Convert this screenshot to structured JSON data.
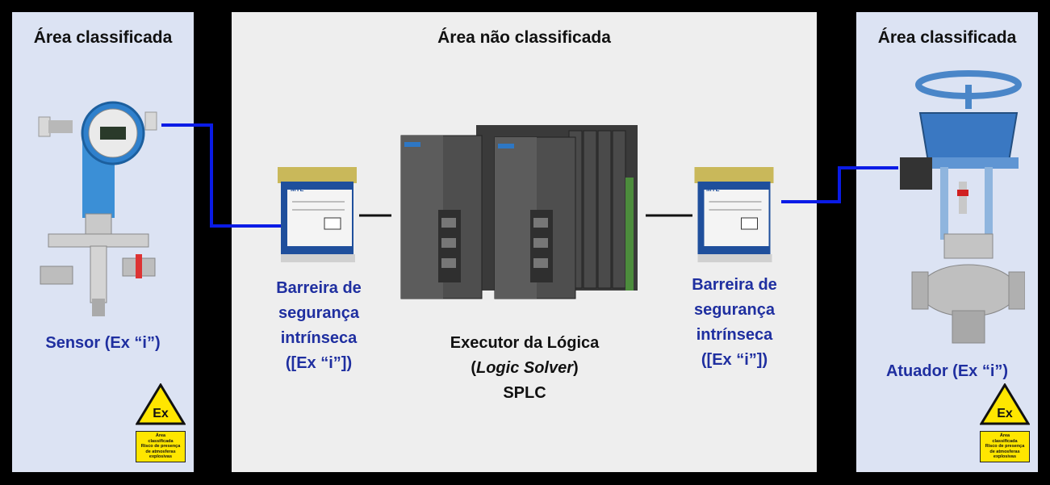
{
  "areas": {
    "left_title": "Área classificada",
    "center_title": "Área não classificada",
    "right_title": "Área classificada"
  },
  "sensor": {
    "label": "Sensor (Ex “i”)"
  },
  "barrier_left": {
    "line1": "Barreira de",
    "line2": "segurança",
    "line3": "intrínseca",
    "line4": "([Ex “i”])"
  },
  "logic_solver": {
    "line1": "Executor da Lógica",
    "line2_open": "(",
    "line2_italic": "Logic Solver",
    "line2_close": ")",
    "line3": "SPLC"
  },
  "barrier_right": {
    "line1": "Barreira de",
    "line2": "segurança",
    "line3": "intrínseca",
    "line4": "([Ex “i”])"
  },
  "actuator": {
    "label": "Atuador (Ex “i”)"
  },
  "warning_sign": {
    "symbol": "Ex",
    "line1": "Área",
    "line2": "classificada",
    "line3": "Risco de presença",
    "line4": "de atmosferas",
    "line5": "explosivas"
  },
  "barrier_device": {
    "brand": "MTL"
  },
  "colors": {
    "classified_bg": "#dce3f3",
    "unclassified_bg": "#eeeeee",
    "wire": "#0a1be6",
    "label_blue": "#1f2fa0",
    "warning": "#ffe600"
  }
}
